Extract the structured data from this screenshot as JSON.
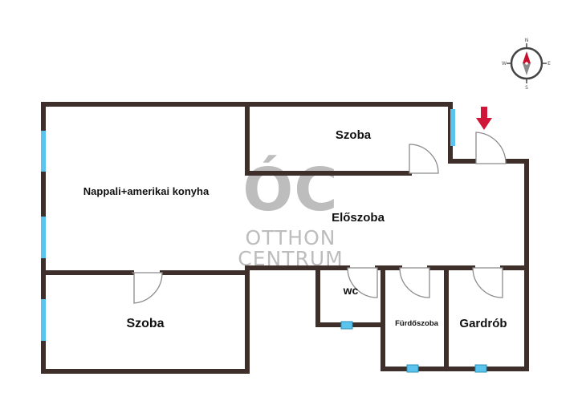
{
  "rooms": {
    "living_kitchen": "Nappali+amerikai konyha",
    "bedroom_top": "Szoba",
    "hallway": "Előszoba",
    "bedroom_bottom": "Szoba",
    "wc": "wc",
    "bathroom": "Fürdőszoba",
    "wardrobe": "Gardrób"
  },
  "watermark": {
    "monogram": "ÓC",
    "line1": "OTTHON",
    "line2": "CENTRUM"
  },
  "compass": {
    "n": "N",
    "e": "E",
    "s": "S",
    "w": "W"
  },
  "colors": {
    "wall": "#3f2f2a",
    "window": "#5bc4ee",
    "door": "#8c8c8c",
    "entrance_arrow": "#d0173a",
    "watermark": "#bdbdbd"
  },
  "icons": {
    "entrance": "down-arrow-icon",
    "compass": "compass-rose-icon"
  }
}
